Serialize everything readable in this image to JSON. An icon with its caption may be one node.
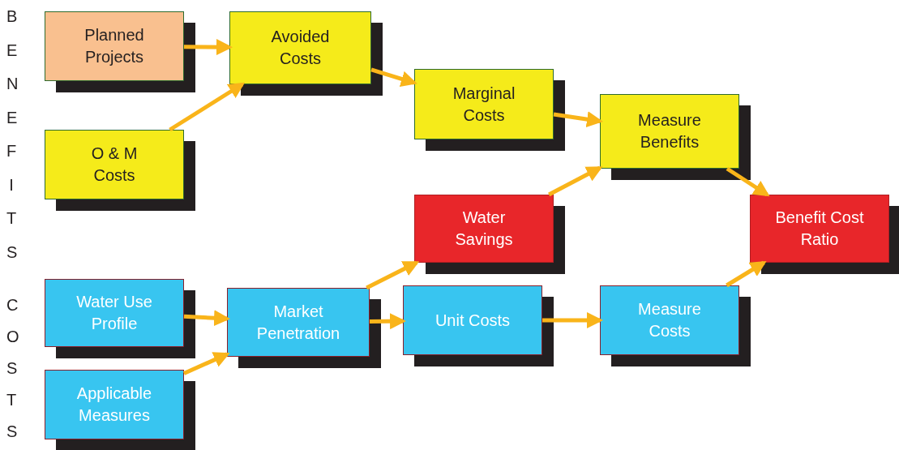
{
  "diagram": {
    "nodes": [
      {
        "text": [
          "Planned Projects"
        ]
      },
      {
        "text": [
          "Avoided Costs"
        ]
      },
      {
        "text": [
          "O & M Costs"
        ]
      },
      {
        "text": [
          "Marginal Costs"
        ]
      },
      {
        "text": [
          "Measure Benefits"
        ]
      },
      {
        "text": [
          "Water Savings"
        ]
      },
      {
        "text": [
          "Benefit Cost Ratio"
        ]
      },
      {
        "text": [
          "Water Use Profile"
        ]
      },
      {
        "text": [
          "Market Penetration"
        ]
      },
      {
        "text": [
          "Unit Costs"
        ]
      },
      {
        "text": [
          "Measure Costs"
        ]
      },
      {
        "text": [
          "Applicable Measures"
        ]
      }
    ],
    "edges": [
      {
        "from": 0,
        "to": 1,
        "arrow": "to"
      },
      {
        "from": 2,
        "to": 1,
        "arrow": "to"
      },
      {
        "from": 1,
        "to": 3,
        "arrow": "to"
      },
      {
        "from": 3,
        "to": 4,
        "arrow": "to"
      },
      {
        "from": 5,
        "to": 4,
        "arrow": "to"
      },
      {
        "from": 4,
        "to": 6,
        "arrow": "to"
      },
      {
        "from": 7,
        "to": 8,
        "arrow": "to"
      },
      {
        "from": 11,
        "to": 8,
        "arrow": "to"
      },
      {
        "from": 8,
        "to": 5,
        "arrow": "to"
      },
      {
        "from": 8,
        "to": 9,
        "arrow": "to"
      },
      {
        "from": 9,
        "to": 10,
        "arrow": "to"
      },
      {
        "from": 10,
        "to": 6,
        "arrow": "to"
      }
    ],
    "labels": [
      "BENEFITS",
      "COSTS"
    ]
  }
}
